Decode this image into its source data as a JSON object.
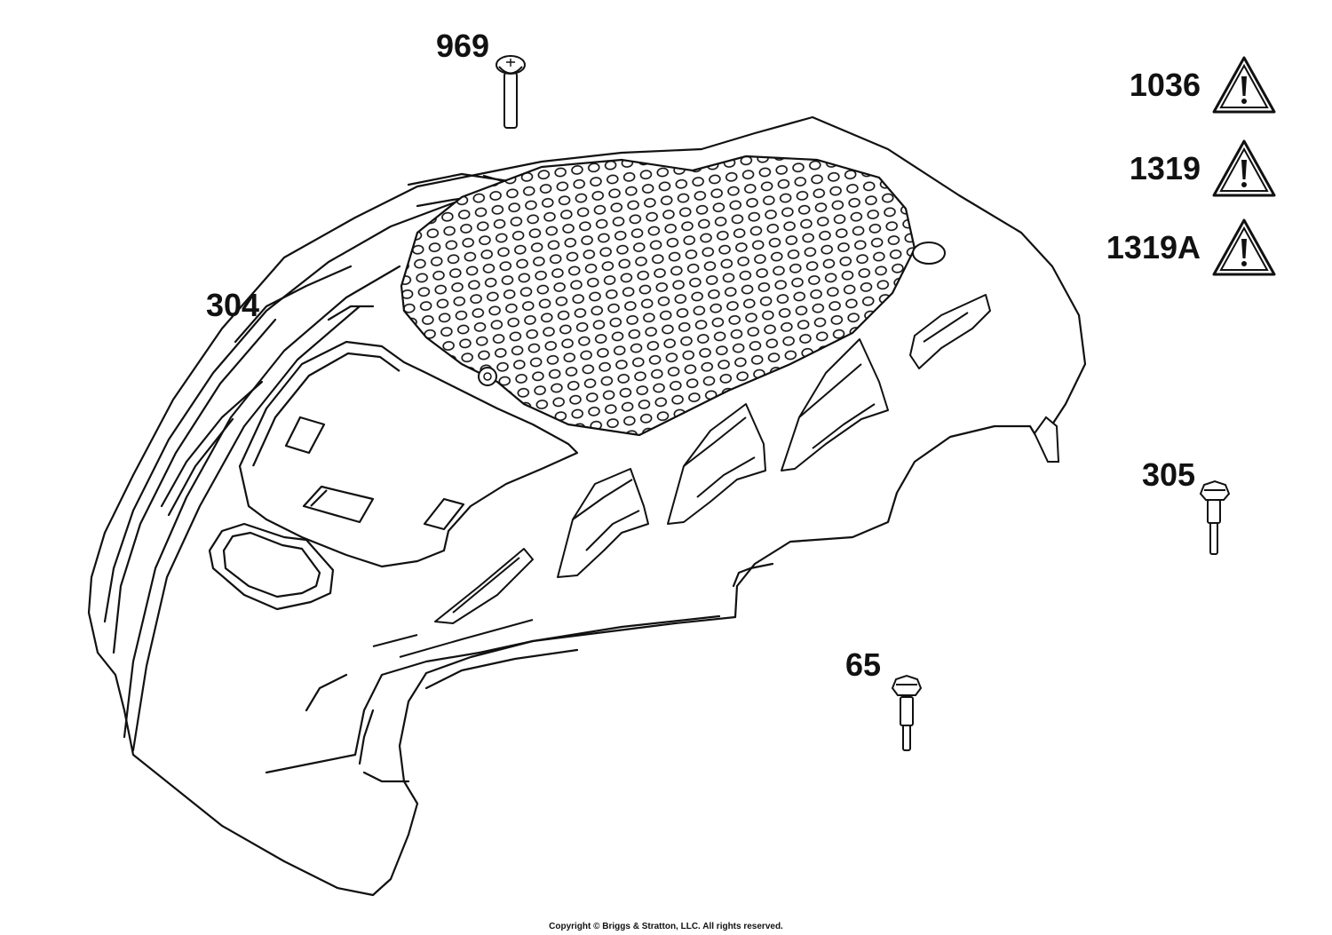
{
  "callouts": {
    "bolt_top": "969",
    "cover": "304",
    "bolt_right": "305",
    "bolt_bottom": "65"
  },
  "warnings": [
    {
      "label": "1036"
    },
    {
      "label": "1319"
    },
    {
      "label": "1319A"
    }
  ],
  "footer": {
    "copyright": "Copyright © Briggs & Stratton, LLC. All rights reserved."
  },
  "colors": {
    "line": "#111111",
    "watermark": "#d9d9d9"
  }
}
